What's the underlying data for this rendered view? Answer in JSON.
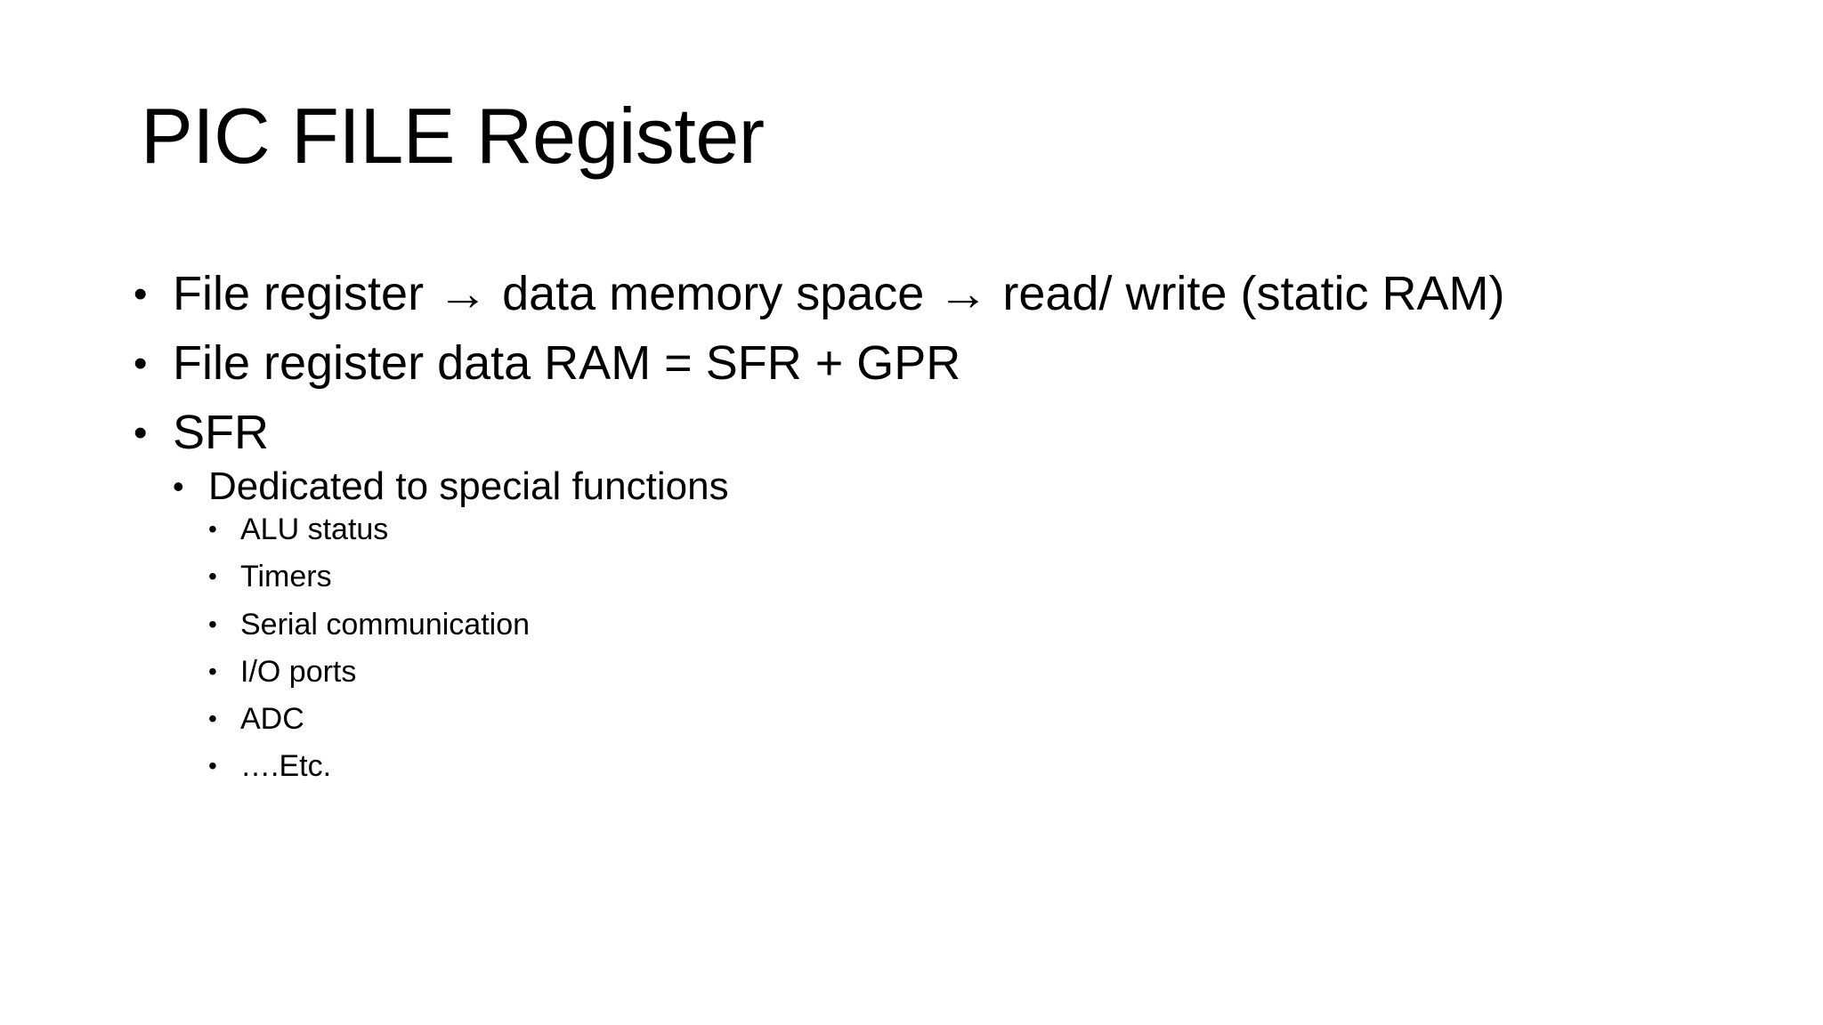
{
  "slide": {
    "title": "PIC FILE Register",
    "background_color": "#FFFFFF",
    "text_color": "#000000",
    "bullet_glyph": "•",
    "arrow_glyph": "→",
    "content": {
      "level1": [
        {
          "parts": {
            "a": "File register",
            "arrow1": "→",
            "b": "data memory space",
            "arrow2": "→",
            "c": "read/ write (static RAM)"
          },
          "full_text": "File register → data memory space → read/ write (static RAM)"
        },
        {
          "full_text": "File register data RAM = SFR + GPR"
        },
        {
          "full_text": "SFR"
        }
      ],
      "level2": [
        {
          "full_text": "Dedicated to special functions"
        }
      ],
      "level3": [
        {
          "full_text": "ALU status"
        },
        {
          "full_text": "Timers"
        },
        {
          "full_text": "Serial communication"
        },
        {
          "full_text": "I/O ports"
        },
        {
          "full_text": "ADC"
        },
        {
          "full_text": "….Etc."
        }
      ]
    }
  }
}
